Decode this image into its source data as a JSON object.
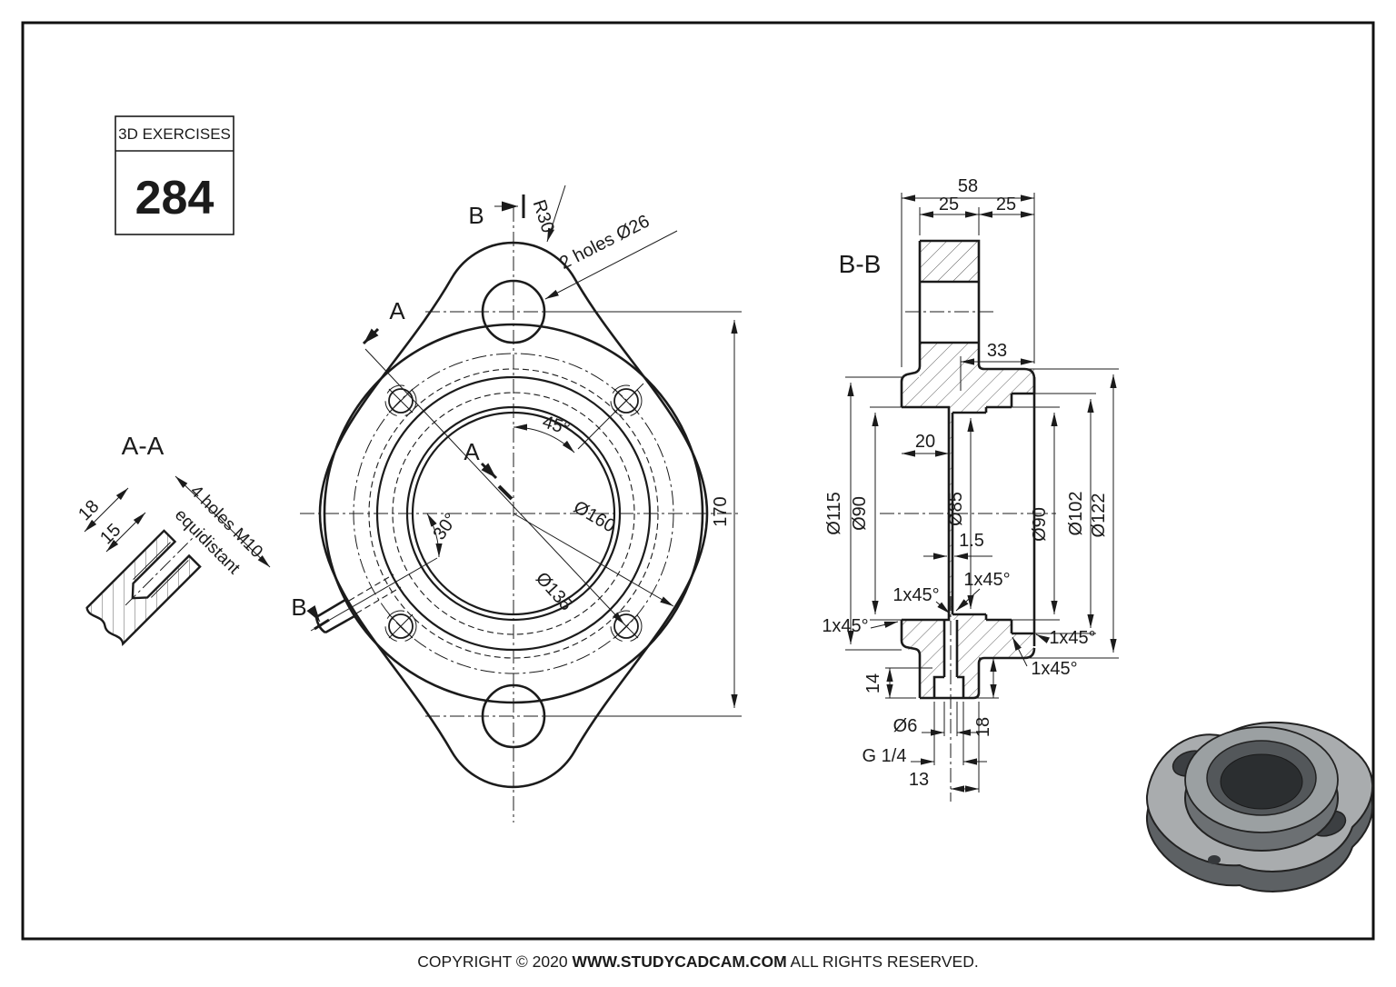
{
  "title_block": {
    "series": "3D EXERCISES",
    "number": "284"
  },
  "footer": {
    "copyright_prefix": "COPYRIGHT © 2020 ",
    "site": "WWW.STUDYCADCAM.COM",
    "rights_suffix": " ALL RIGHTS RESERVED."
  },
  "front_view": {
    "marker_b_top": "B",
    "marker_b_bottom": "B",
    "marker_a_top": "A",
    "marker_a_center": "A",
    "radius_lobe": "R30",
    "holes_note": "2 holes Ø26",
    "angle_top": "45°",
    "angle_port": "30°",
    "dia_boss": "Ø160",
    "dia_bolt_circle": "Ø135",
    "height_between_holes": "170"
  },
  "detail_aa": {
    "title": "A-A",
    "depth_total": "18",
    "depth_thread": "15",
    "note_line1": "4 holes M10",
    "note_line2": "equidistant"
  },
  "section_bb": {
    "title": "B-B",
    "width_total": "58",
    "width_left": "25",
    "width_right": "25",
    "width_boss": "33",
    "bore_depth": "20",
    "web_thickness": "1.5",
    "dia_front_boss": "Ø115",
    "dia_front_bore": "Ø90",
    "dia_center_bore": "Ø85",
    "dia_rear_bore": "Ø90",
    "dia_rear_step": "Ø102",
    "dia_rear_boss": "Ø122",
    "chamfer_1": "1x45°",
    "chamfer_2": "1x45°",
    "chamfer_3": "1x45°",
    "chamfer_4": "1x45°",
    "chamfer_5": "1x45°",
    "port_thread_depth": "14",
    "port_drill": "Ø6",
    "port_thread": "G 1/4",
    "port_offset": "13",
    "port_step_height": "18"
  }
}
